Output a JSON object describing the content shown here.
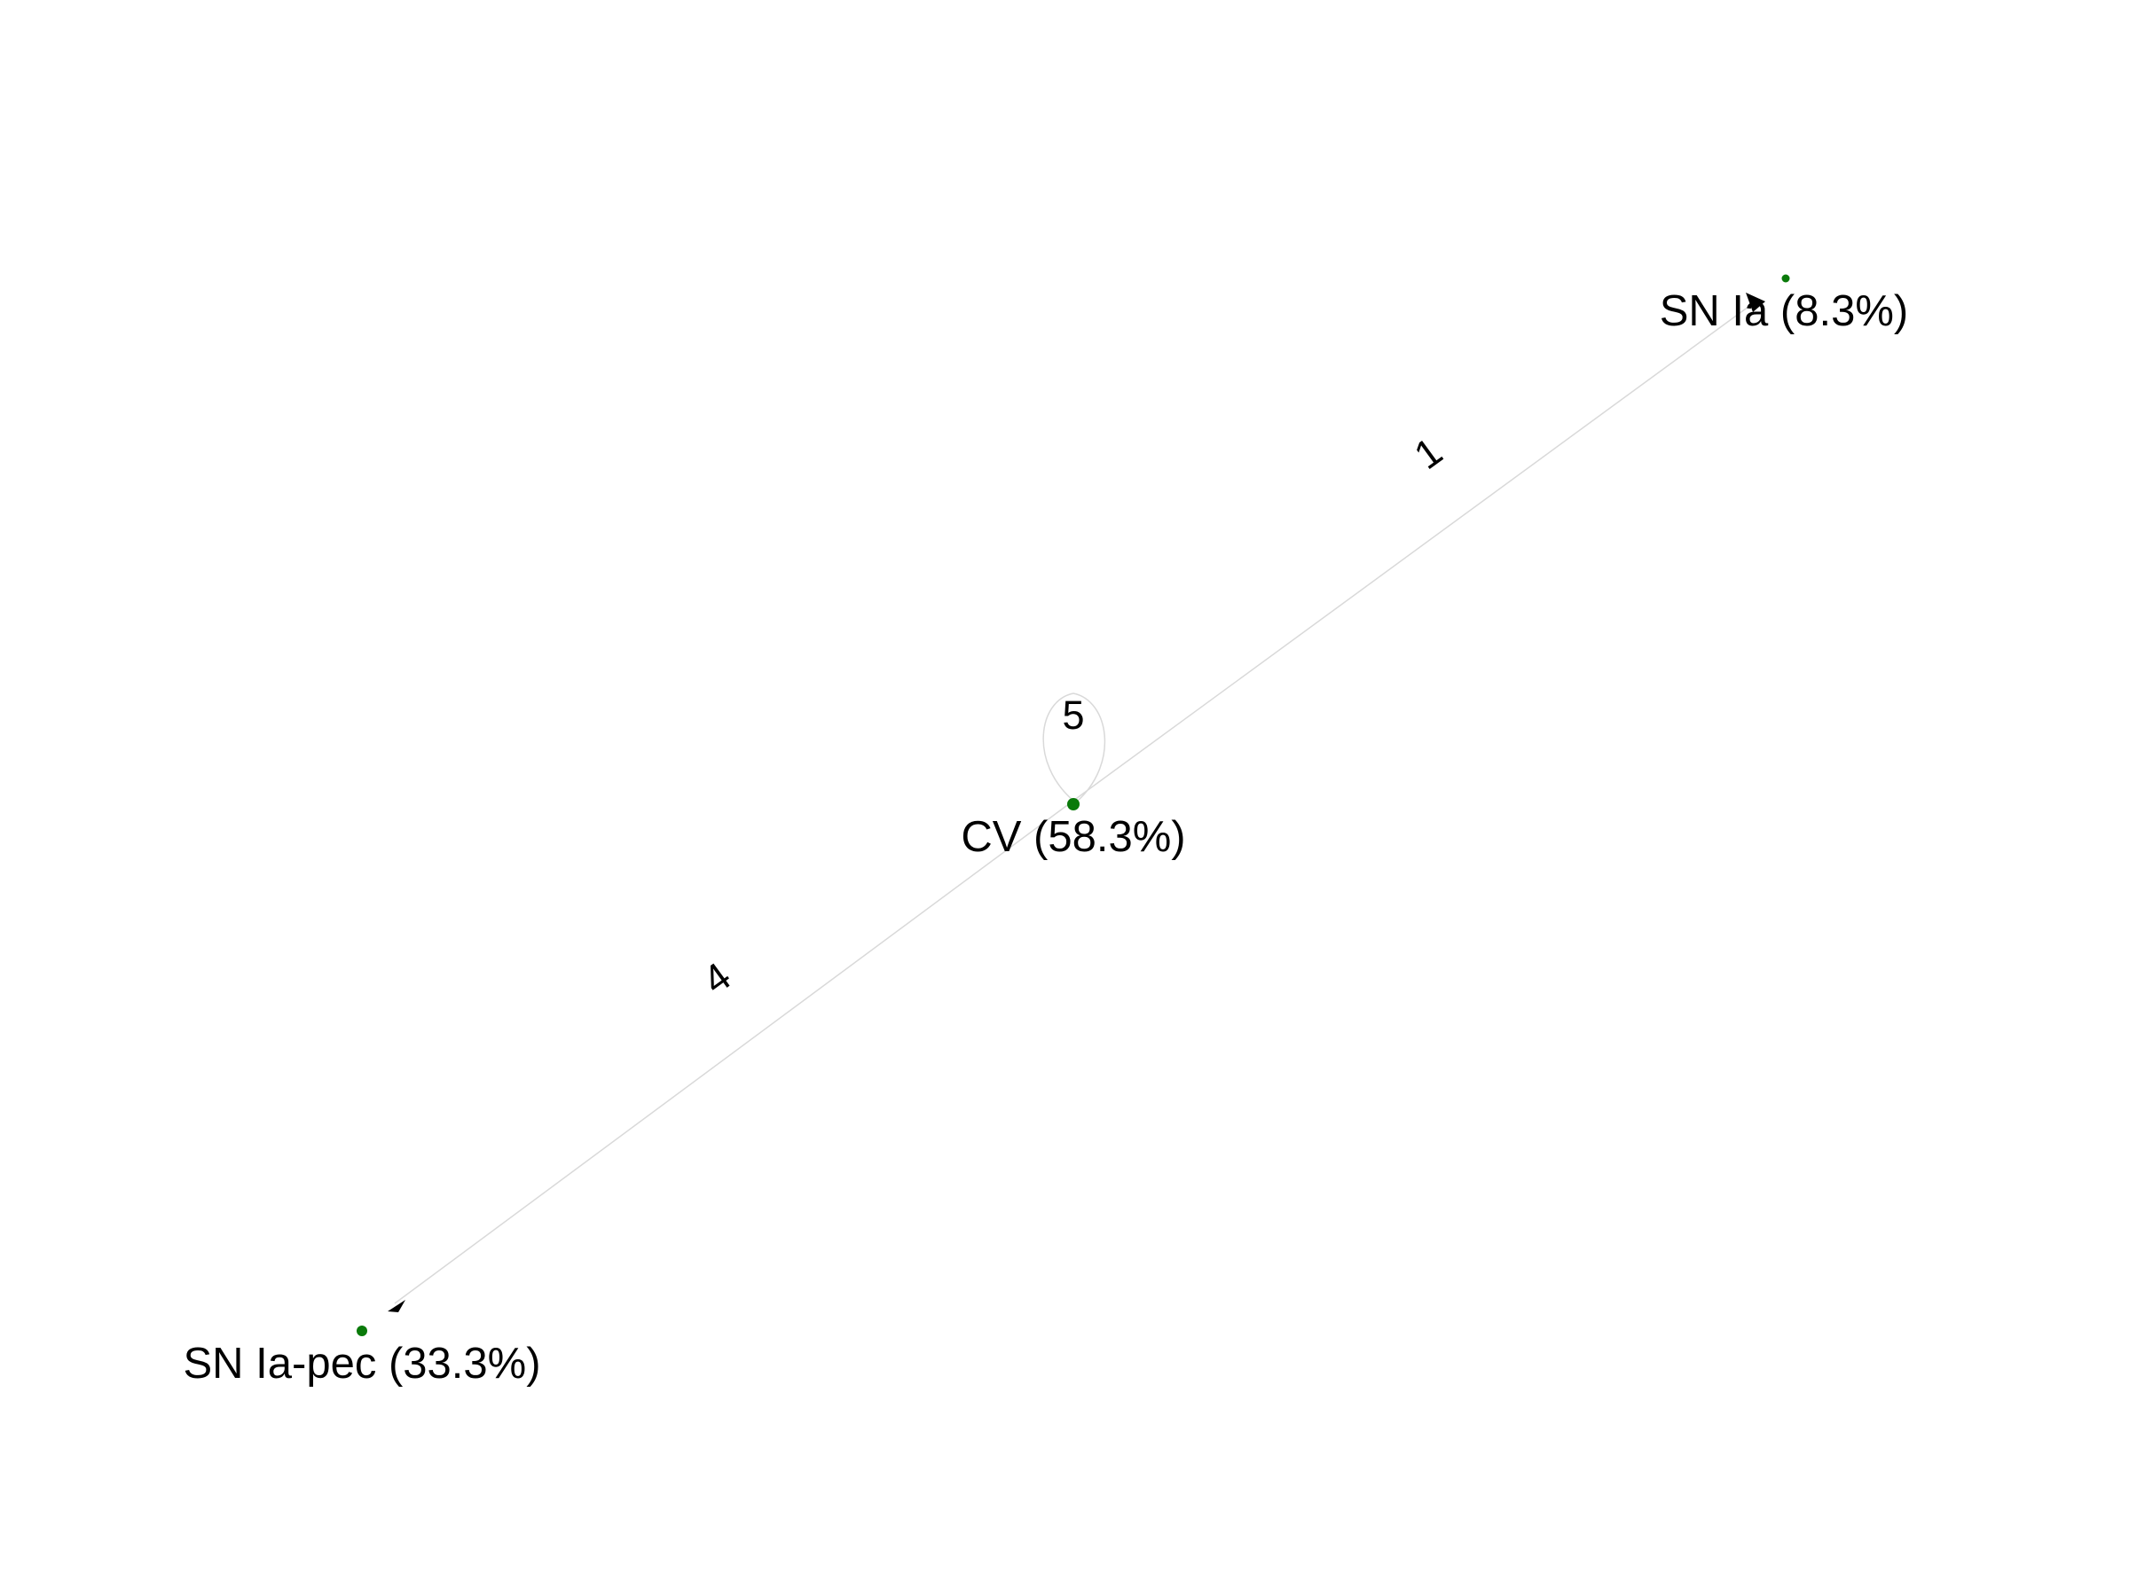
{
  "colors": {
    "background": "#ffffff",
    "node": "#0a7a0a",
    "edge": "#d9d9d9",
    "arrow": "#000000",
    "text": "#000000"
  },
  "nodes": [
    {
      "id": "cv",
      "label": "CV (58.3%)"
    },
    {
      "id": "sn_ia",
      "label": "SN Ia (8.3%)"
    },
    {
      "id": "sn_ia_pec",
      "label": "SN Ia-pec (33.3%)"
    }
  ],
  "edges": [
    {
      "from": "cv",
      "to": "cv",
      "label": "5"
    },
    {
      "from": "cv",
      "to": "sn_ia",
      "label": "1"
    },
    {
      "from": "cv",
      "to": "sn_ia_pec",
      "label": "4"
    }
  ]
}
